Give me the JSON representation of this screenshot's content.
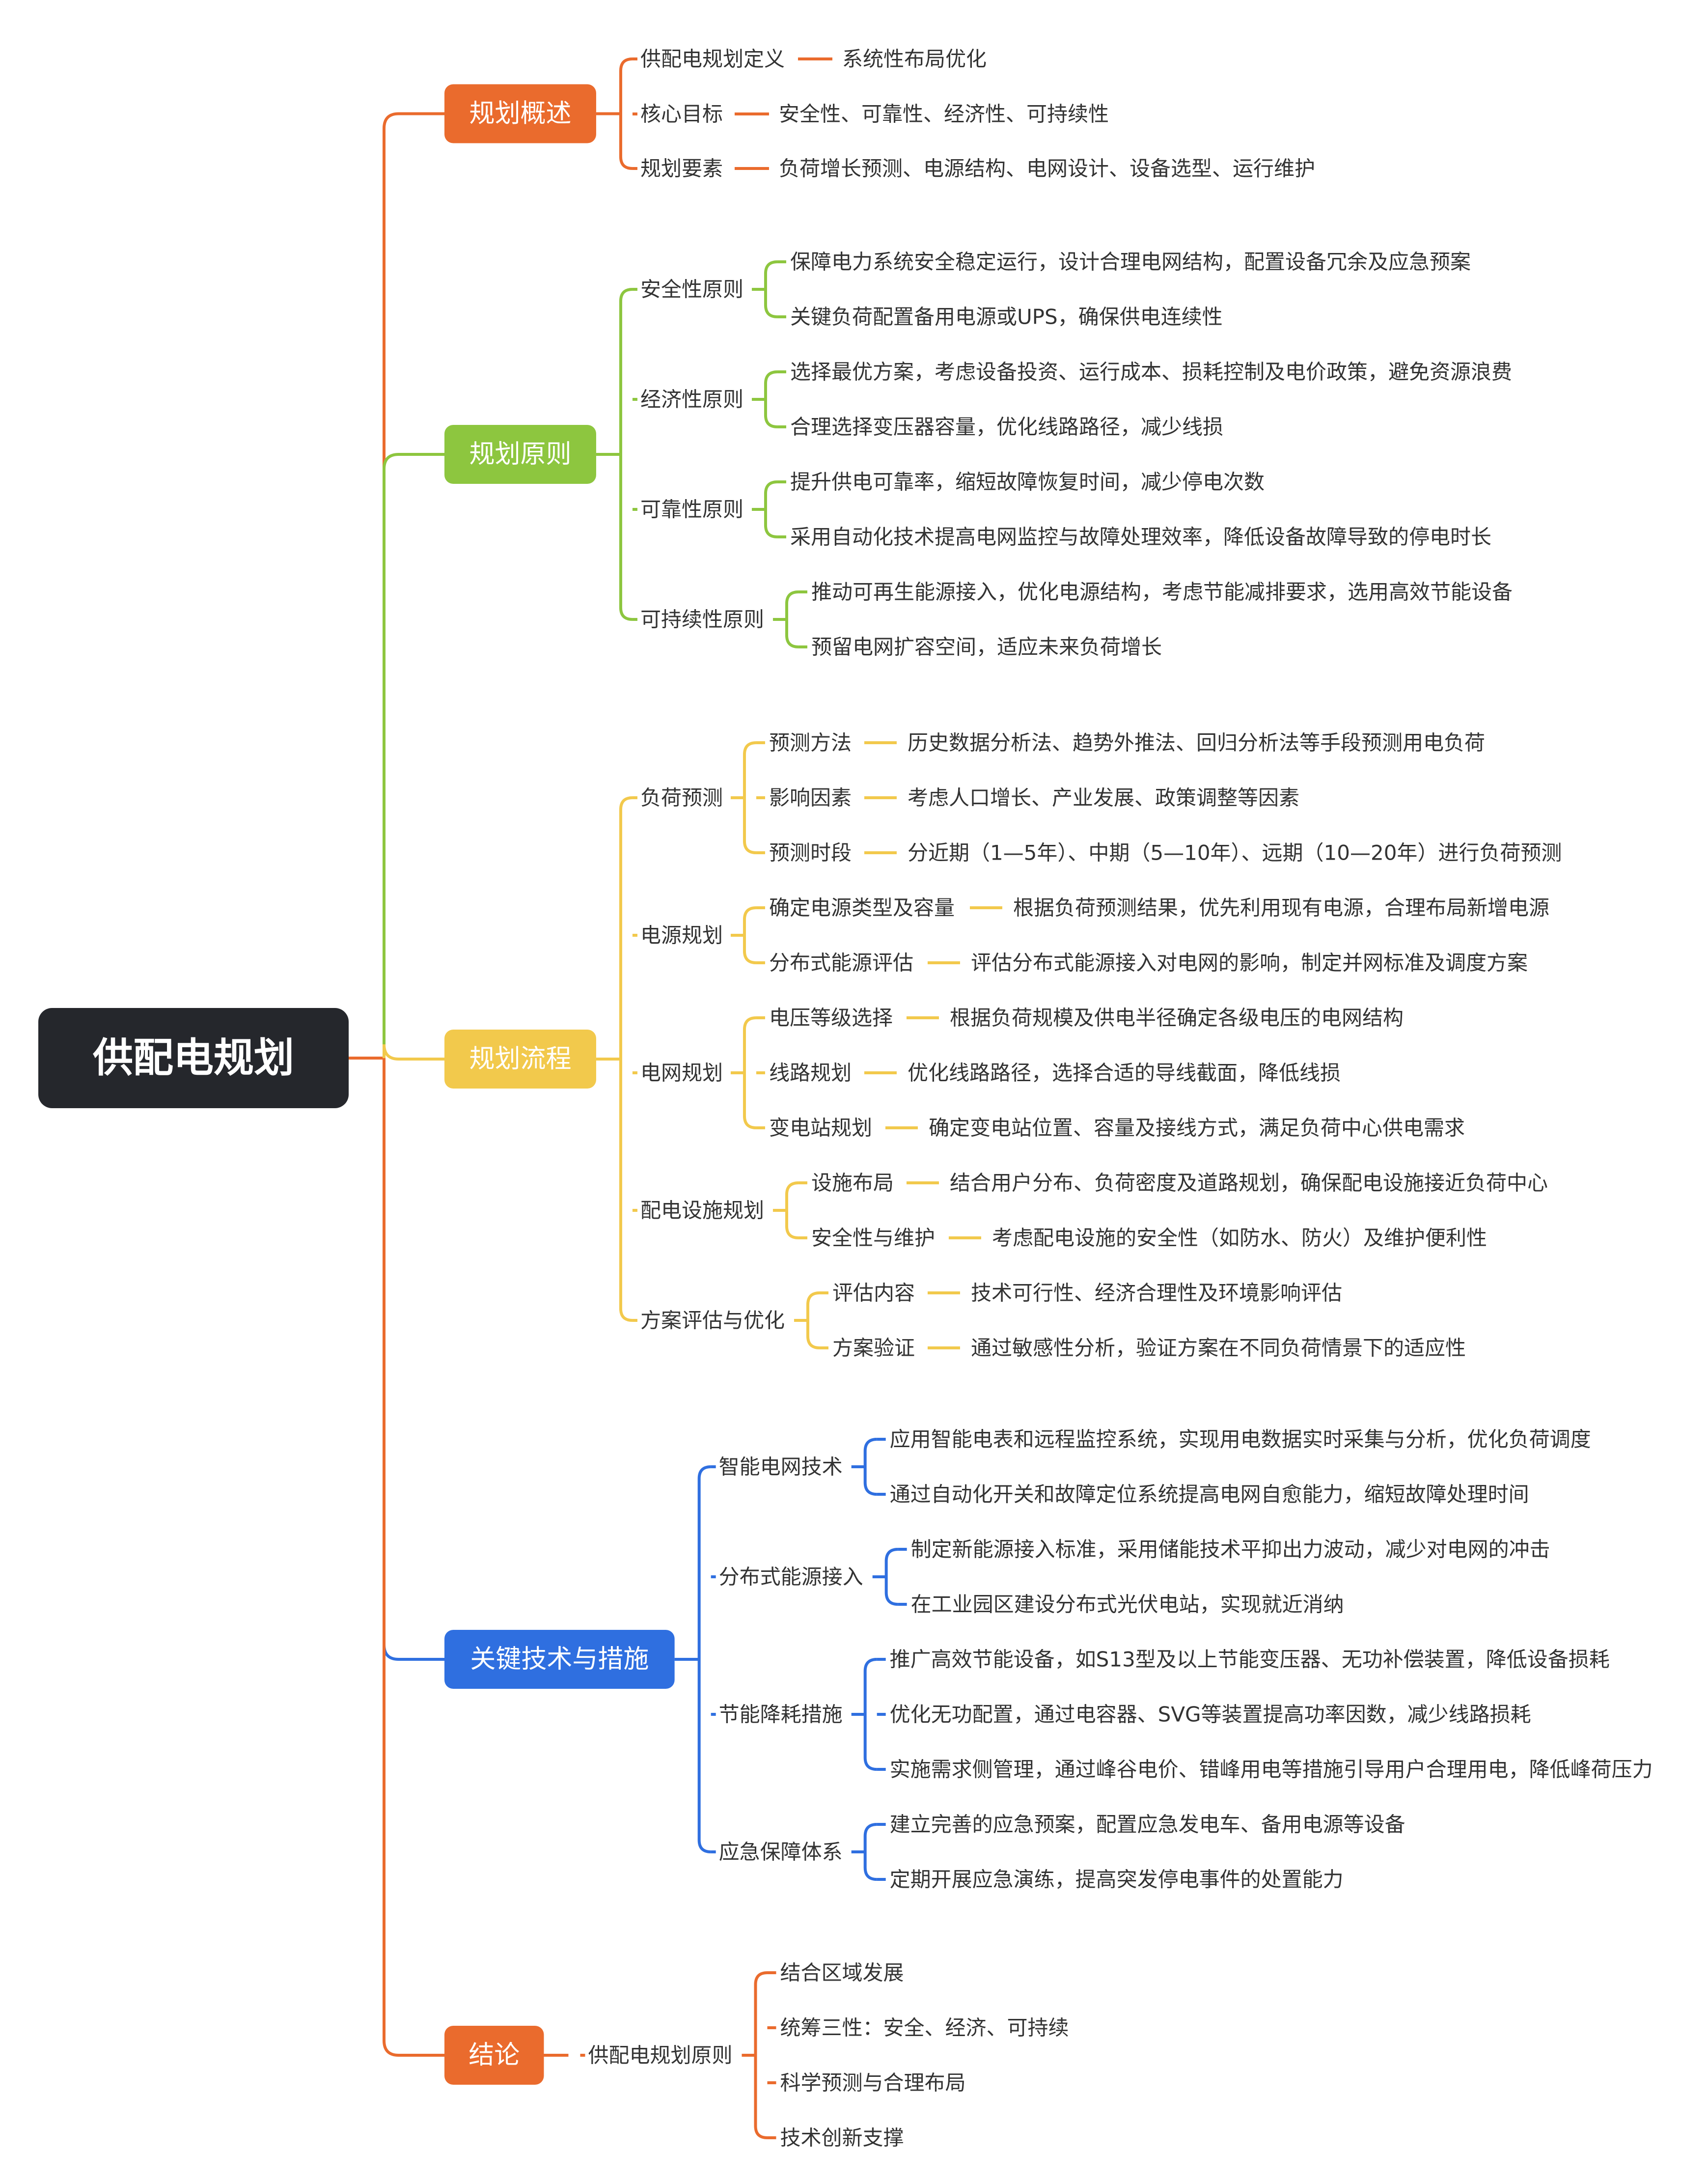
{
  "root": {
    "label": "供配电规划",
    "color": "#25272c"
  },
  "branches": [
    {
      "label": "规划概述",
      "color": "#ea6b2d",
      "children": [
        {
          "label": "供配电规划定义",
          "children": [
            {
              "label": "系统性布局优化"
            }
          ]
        },
        {
          "label": "核心目标",
          "children": [
            {
              "label": "安全性、可靠性、经济性、可持续性"
            }
          ]
        },
        {
          "label": "规划要素",
          "children": [
            {
              "label": "负荷增长预测、电源结构、电网设计、设备选型、运行维护"
            }
          ]
        }
      ]
    },
    {
      "label": "规划原则",
      "color": "#8dc63f",
      "children": [
        {
          "label": "安全性原则",
          "children": [
            {
              "label": "保障电力系统安全稳定运行，设计合理电网结构，配置设备冗余及应急预案"
            },
            {
              "label": "关键负荷配置备用电源或UPS，确保供电连续性"
            }
          ]
        },
        {
          "label": "经济性原则",
          "children": [
            {
              "label": "选择最优方案，考虑设备投资、运行成本、损耗控制及电价政策，避免资源浪费"
            },
            {
              "label": "合理选择变压器容量，优化线路路径，减少线损"
            }
          ]
        },
        {
          "label": "可靠性原则",
          "children": [
            {
              "label": "提升供电可靠率，缩短故障恢复时间，减少停电次数"
            },
            {
              "label": "采用自动化技术提高电网监控与故障处理效率，降低设备故障导致的停电时长"
            }
          ]
        },
        {
          "label": "可持续性原则",
          "children": [
            {
              "label": "推动可再生能源接入，优化电源结构，考虑节能减排要求，选用高效节能设备"
            },
            {
              "label": "预留电网扩容空间，适应未来负荷增长"
            }
          ]
        }
      ]
    },
    {
      "label": "规划流程",
      "color": "#f2c94c",
      "children": [
        {
          "label": "负荷预测",
          "children": [
            {
              "label": "预测方法",
              "children": [
                {
                  "label": "历史数据分析法、趋势外推法、回归分析法等手段预测用电负荷"
                }
              ]
            },
            {
              "label": "影响因素",
              "children": [
                {
                  "label": "考虑人口增长、产业发展、政策调整等因素"
                }
              ]
            },
            {
              "label": "预测时段",
              "children": [
                {
                  "label": "分近期（1—5年）、中期（5—10年）、远期（10—20年）进行负荷预测"
                }
              ]
            }
          ]
        },
        {
          "label": "电源规划",
          "children": [
            {
              "label": "确定电源类型及容量",
              "children": [
                {
                  "label": "根据负荷预测结果，优先利用现有电源，合理布局新增电源"
                }
              ]
            },
            {
              "label": "分布式能源评估",
              "children": [
                {
                  "label": "评估分布式能源接入对电网的影响，制定并网标准及调度方案"
                }
              ]
            }
          ]
        },
        {
          "label": "电网规划",
          "children": [
            {
              "label": "电压等级选择",
              "children": [
                {
                  "label": "根据负荷规模及供电半径确定各级电压的电网结构"
                }
              ]
            },
            {
              "label": "线路规划",
              "children": [
                {
                  "label": "优化线路路径，选择合适的导线截面，降低线损"
                }
              ]
            },
            {
              "label": "变电站规划",
              "children": [
                {
                  "label": "确定变电站位置、容量及接线方式，满足负荷中心供电需求"
                }
              ]
            }
          ]
        },
        {
          "label": "配电设施规划",
          "children": [
            {
              "label": "设施布局",
              "children": [
                {
                  "label": "结合用户分布、负荷密度及道路规划，确保配电设施接近负荷中心"
                }
              ]
            },
            {
              "label": "安全性与维护",
              "children": [
                {
                  "label": "考虑配电设施的安全性（如防水、防火）及维护便利性"
                }
              ]
            }
          ]
        },
        {
          "label": "方案评估与优化",
          "children": [
            {
              "label": "评估内容",
              "children": [
                {
                  "label": "技术可行性、经济合理性及环境影响评估"
                }
              ]
            },
            {
              "label": "方案验证",
              "children": [
                {
                  "label": "通过敏感性分析，验证方案在不同负荷情景下的适应性"
                }
              ]
            }
          ]
        }
      ]
    },
    {
      "label": "关键技术与措施",
      "color": "#2f6fe0",
      "children": [
        {
          "label": "智能电网技术",
          "children": [
            {
              "label": "应用智能电表和远程监控系统，实现用电数据实时采集与分析，优化负荷调度"
            },
            {
              "label": "通过自动化开关和故障定位系统提高电网自愈能力，缩短故障处理时间"
            }
          ]
        },
        {
          "label": "分布式能源接入",
          "children": [
            {
              "label": "制定新能源接入标准，采用储能技术平抑出力波动，减少对电网的冲击"
            },
            {
              "label": "在工业园区建设分布式光伏电站，实现就近消纳"
            }
          ]
        },
        {
          "label": "节能降耗措施",
          "children": [
            {
              "label": "推广高效节能设备，如S13型及以上节能变压器、无功补偿装置，降低设备损耗"
            },
            {
              "label": "优化无功配置，通过电容器、SVG等装置提高功率因数，减少线路损耗"
            },
            {
              "label": "实施需求侧管理，通过峰谷电价、错峰用电等措施引导用户合理用电，降低峰荷压力"
            }
          ]
        },
        {
          "label": "应急保障体系",
          "children": [
            {
              "label": "建立完善的应急预案，配置应急发电车、备用电源等设备"
            },
            {
              "label": "定期开展应急演练，提高突发停电事件的处置能力"
            }
          ]
        }
      ]
    },
    {
      "label": "结论",
      "color": "#ea6b2d",
      "children": [
        {
          "label": "供配电规划原则",
          "children": [
            {
              "label": "结合区域发展"
            },
            {
              "label": "统筹三性：安全、经济、可持续"
            },
            {
              "label": "科学预测与合理布局"
            },
            {
              "label": "技术创新支撑"
            }
          ]
        }
      ]
    }
  ]
}
